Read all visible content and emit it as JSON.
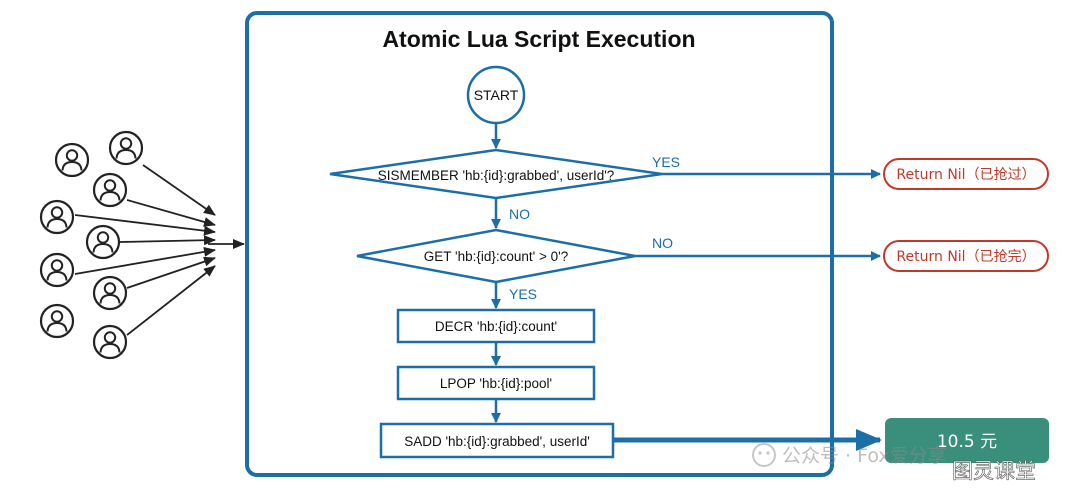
{
  "title": "Atomic Lua Script Execution",
  "nodes": {
    "start": "START",
    "check_grabbed": "SISMEMBER 'hb:{id}:grabbed', userId'?",
    "check_count": "GET 'hb:{id}:count' > 0'?",
    "decr": "DECR 'hb:{id}:count'",
    "lpop": "LPOP 'hb:{id}:pool'",
    "sadd": "SADD 'hb:{id}:grabbed', userId'"
  },
  "edge_labels": {
    "grabbed_yes": "YES",
    "grabbed_no": "NO",
    "count_no": "NO",
    "count_yes": "YES"
  },
  "results": {
    "already_grabbed": "Return Nil（已抢过）",
    "sold_out": "Return Nil（已抢完）",
    "amount": "10.5 元"
  },
  "watermark": {
    "line1": "公众号 · Fox爱分享",
    "line2": "图灵课堂"
  },
  "colors": {
    "frame": "#1b6fa6",
    "text": "#1a1a1a",
    "edge_label": "#1b6fa6",
    "result_red": "#c0392b",
    "amount_bg": "#3a8f7c",
    "amount_text": "#ffffff",
    "user_icon": "#222222"
  },
  "icons": [
    "user-icon"
  ]
}
